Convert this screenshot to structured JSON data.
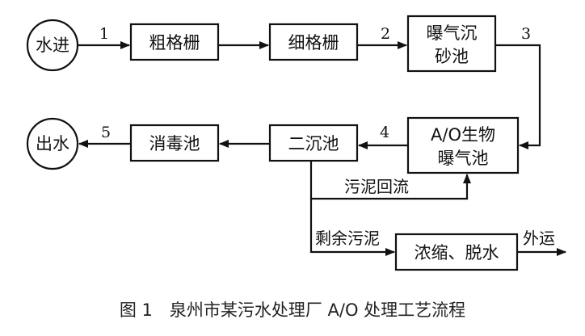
{
  "nodes": {
    "inflow": "水进",
    "coarse_screen": "粗格栅",
    "fine_screen": "细格栅",
    "grit_chamber_line1": "曝气沉",
    "grit_chamber_line2": "砂池",
    "ao_tank_line1": "A/O生物",
    "ao_tank_line2": "曝气池",
    "secondary_clarifier": "二沉池",
    "disinfection_tank": "消毒池",
    "outflow": "出水",
    "thicken_dewater": "浓缩、脱水"
  },
  "steps": [
    "1",
    "2",
    "3",
    "4",
    "5"
  ],
  "labels": {
    "sludge_return": "污泥回流",
    "excess_sludge": "剩余污泥",
    "transport_out": "外运"
  },
  "caption": "图 1　泉州市某污水处理厂 A/O 处理工艺流程"
}
